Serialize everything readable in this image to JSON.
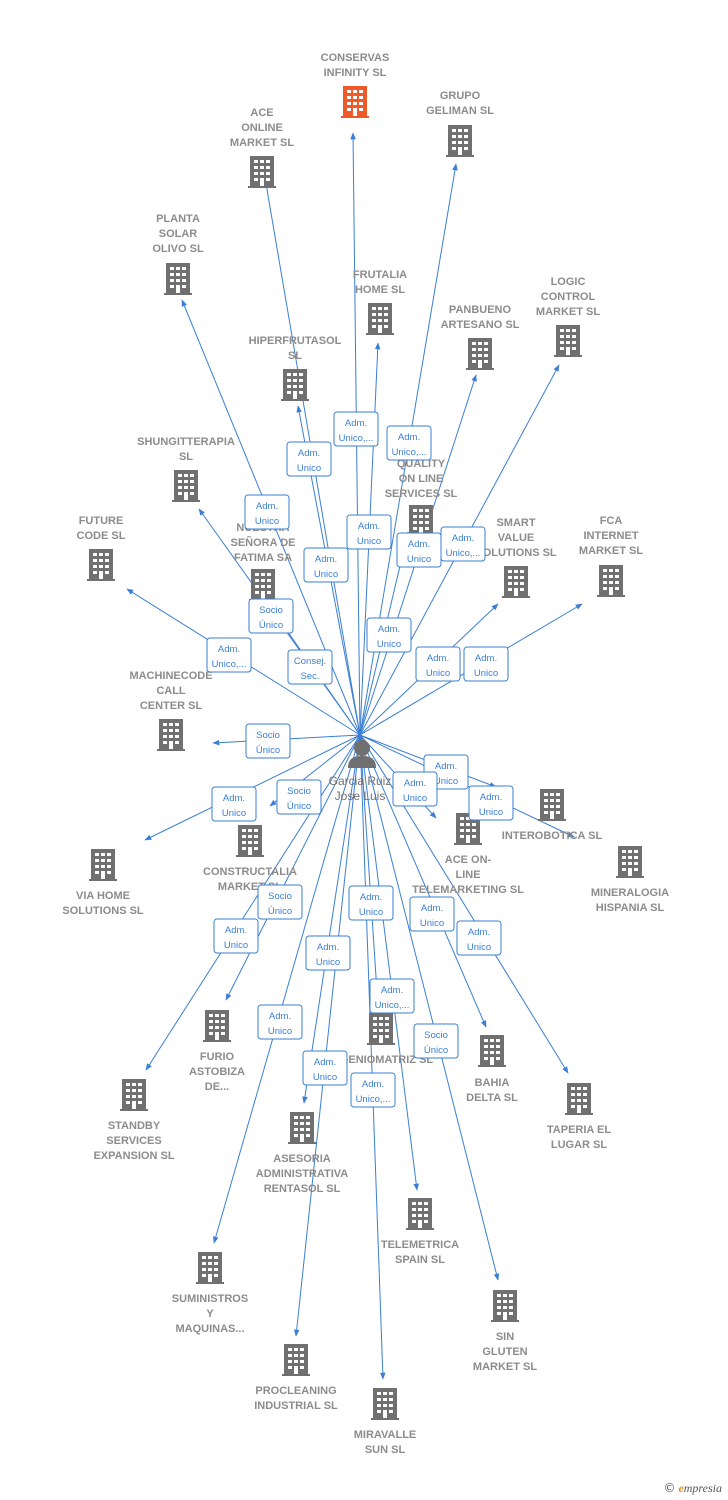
{
  "center": {
    "line1": "Garcia Ruiz",
    "line2": "Jose Luis"
  },
  "colors": {
    "edge": "#3a7fd4",
    "building": "#707070",
    "highlight": "#f05a28",
    "label": "#8c8c8c"
  },
  "companies": [
    {
      "lines": [
        "CONSERVAS",
        "INFINITY  SL"
      ],
      "highlight": true
    },
    {
      "lines": [
        "ACE",
        "ONLINE",
        "MARKET SL"
      ]
    },
    {
      "lines": [
        "GRUPO",
        "GELIMAN  SL"
      ]
    },
    {
      "lines": [
        "PLANTA",
        "SOLAR",
        "OLIVO SL"
      ]
    },
    {
      "lines": [
        "FRUTALIA",
        "HOME  SL"
      ]
    },
    {
      "lines": [
        "LOGIC",
        "CONTROL",
        "MARKET  SL"
      ]
    },
    {
      "lines": [
        "PANBUENO",
        "ARTESANO  SL"
      ]
    },
    {
      "lines": [
        "HIPERFRUTASOL",
        "SL"
      ]
    },
    {
      "lines": [
        "SHUNGITTERAPIA",
        "SL"
      ]
    },
    {
      "lines": [
        "QUALITY",
        "ON LINE",
        "SERVICES  SL"
      ]
    },
    {
      "lines": [
        "FUTURE",
        "CODE  SL"
      ]
    },
    {
      "lines": [
        "NUESTRA",
        "SEÑORA DE",
        "FATIMA SA"
      ]
    },
    {
      "lines": [
        "SMART",
        "VALUE",
        "SOLUTIONS SL"
      ]
    },
    {
      "lines": [
        "FCA",
        "INTERNET",
        "MARKET  SL"
      ]
    },
    {
      "lines": [
        "MACHINECODE",
        "CALL",
        "CENTER  SL"
      ]
    },
    {
      "lines": [
        "INTEROBOTICA SL"
      ]
    },
    {
      "lines": [
        "ACE ON-",
        "LINE",
        "TELEMARKETING SL"
      ]
    },
    {
      "lines": [
        "CONSTRUCTALIA",
        "MARKET  SL"
      ]
    },
    {
      "lines": [
        "VIA HOME",
        "SOLUTIONS SL"
      ]
    },
    {
      "lines": [
        "MINERALOGIA",
        "HISPANIA  SL"
      ]
    },
    {
      "lines": [
        "FURIO",
        "ASTOBIZA",
        "DE..."
      ]
    },
    {
      "lines": [
        "INGENIOMATRIZ SL"
      ]
    },
    {
      "lines": [
        "BAHIA",
        "DELTA SL"
      ]
    },
    {
      "lines": [
        "STANDBY",
        "SERVICES",
        "EXPANSION SL"
      ]
    },
    {
      "lines": [
        "TAPERIA EL",
        "LUGAR SL"
      ]
    },
    {
      "lines": [
        "ASESORIA",
        "ADMINISTRATIVA",
        "RENTASOL SL"
      ]
    },
    {
      "lines": [
        "TELEMETRICA",
        "SPAIN  SL"
      ]
    },
    {
      "lines": [
        "SUMINISTROS",
        "Y",
        "MAQUINAS..."
      ]
    },
    {
      "lines": [
        "SIN",
        "GLUTEN",
        "MARKET  SL"
      ]
    },
    {
      "lines": [
        "PROCLEANING",
        "INDUSTRIAL SL"
      ]
    },
    {
      "lines": [
        "MIRAVALLE",
        "SUN  SL"
      ]
    }
  ],
  "relations": [
    {
      "lines": [
        "Adm.",
        "Unico,..."
      ]
    },
    {
      "lines": [
        "Adm.",
        "Unico,..."
      ]
    },
    {
      "lines": [
        "Adm.",
        "Unico"
      ]
    },
    {
      "lines": [
        "Adm.",
        "Unico"
      ]
    },
    {
      "lines": [
        "Adm.",
        "Unico"
      ]
    },
    {
      "lines": [
        "Adm.",
        "Unico"
      ]
    },
    {
      "lines": [
        "Adm.",
        "Unico"
      ]
    },
    {
      "lines": [
        "Adm.",
        "Unico,..."
      ]
    },
    {
      "lines": [
        "Socio",
        "Único"
      ]
    },
    {
      "lines": [
        "Adm.",
        "Unico"
      ]
    },
    {
      "lines": [
        "Adm.",
        "Unico,..."
      ]
    },
    {
      "lines": [
        "Consej.",
        "Sec."
      ]
    },
    {
      "lines": [
        "Adm.",
        "Unico"
      ]
    },
    {
      "lines": [
        "Adm.",
        "Unico"
      ]
    },
    {
      "lines": [
        "Socio",
        "Único"
      ]
    },
    {
      "lines": [
        "Adm.",
        "Unico"
      ]
    },
    {
      "lines": [
        "Adm.",
        "Unico"
      ]
    },
    {
      "lines": [
        "Socio",
        "Único"
      ]
    },
    {
      "lines": [
        "Adm.",
        "Unico"
      ]
    },
    {
      "lines": [
        "Adm.",
        "Unico"
      ]
    },
    {
      "lines": [
        "Socio",
        "Único"
      ]
    },
    {
      "lines": [
        "Adm.",
        "Unico"
      ]
    },
    {
      "lines": [
        "Adm.",
        "Unico"
      ]
    },
    {
      "lines": [
        "Adm.",
        "Unico"
      ]
    },
    {
      "lines": [
        "Adm.",
        "Unico"
      ]
    },
    {
      "lines": [
        "Adm.",
        "Unico"
      ]
    },
    {
      "lines": [
        "Adm.",
        "Unico"
      ]
    },
    {
      "lines": [
        "Adm.",
        "Unico,..."
      ]
    },
    {
      "lines": [
        "Socio",
        "Único"
      ]
    },
    {
      "lines": [
        "Adm.",
        "Unico"
      ]
    },
    {
      "lines": [
        "Adm.",
        "Unico,..."
      ]
    }
  ],
  "footer": {
    "copyright": "©",
    "brand_initial": "e",
    "brand_rest": "mpresia"
  }
}
